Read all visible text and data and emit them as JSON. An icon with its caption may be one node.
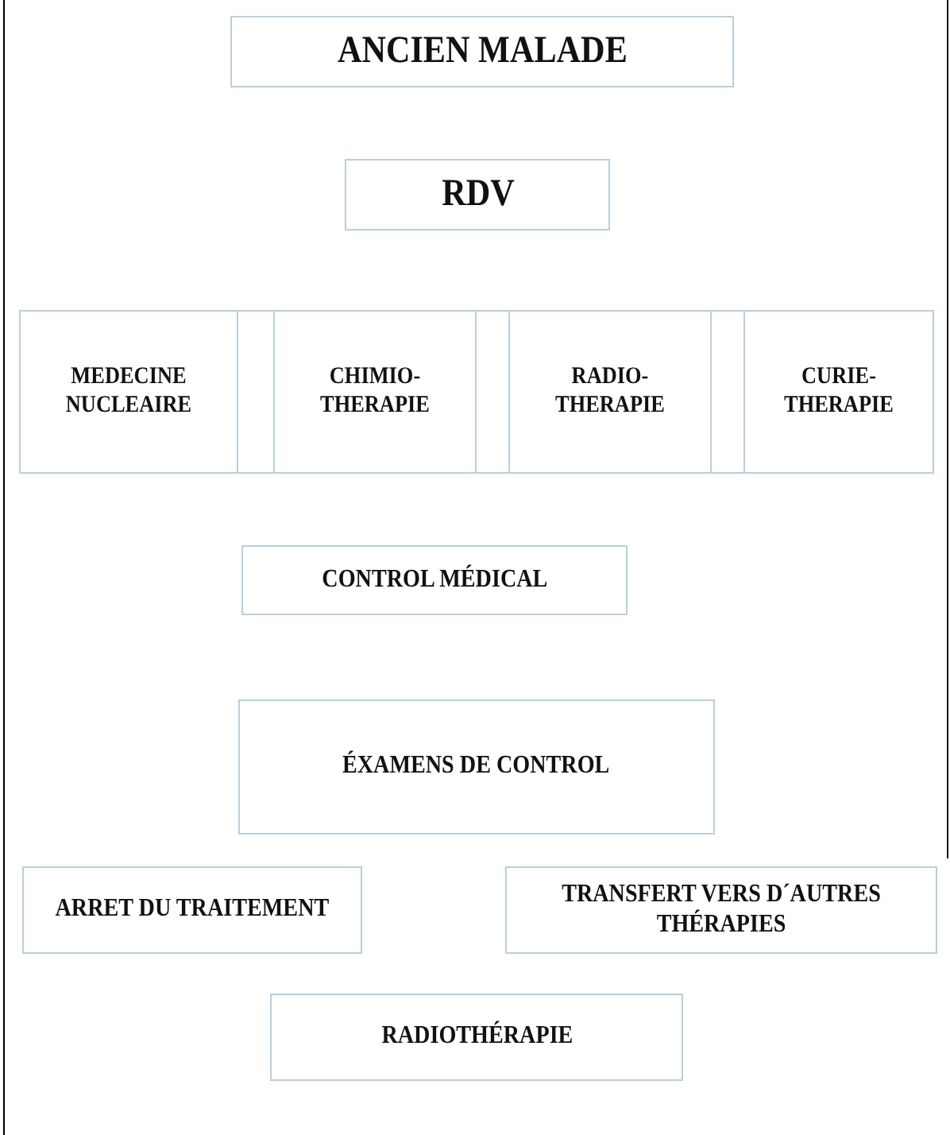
{
  "diagram": {
    "nodes": [
      {
        "text": [
          "ANCIEN MALADE"
        ]
      },
      {
        "text": [
          "RDV"
        ]
      },
      {
        "text": [
          "MEDECINE NUCLEAIRE"
        ]
      },
      {
        "text": [
          "CHIMIO- THERAPIE"
        ]
      },
      {
        "text": [
          "RADIO- THERAPIE"
        ]
      },
      {
        "text": [
          "CURIE- THERAPIE"
        ]
      },
      {
        "text": [
          "CONTROL MÉDICAL"
        ]
      },
      {
        "text": [
          "ÉXAMENS DE CONTROL"
        ]
      },
      {
        "text": [
          "ARRET DU TRAITEMENT"
        ]
      },
      {
        "text": [
          "TRANSFERT VERS D´AUTRES THÉRAPIES"
        ]
      },
      {
        "text": [
          "RADIOTHÉRAPIE"
        ]
      }
    ]
  }
}
